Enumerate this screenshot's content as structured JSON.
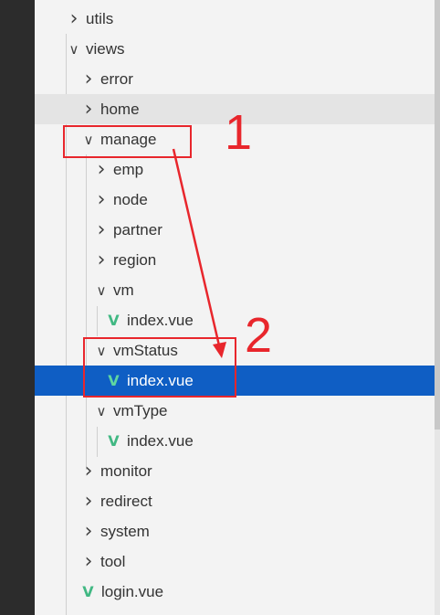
{
  "explorer": {
    "items": [
      {
        "label": "utils",
        "kind": "folder",
        "expanded": false
      },
      {
        "label": "views",
        "kind": "folder",
        "expanded": true
      },
      {
        "label": "error",
        "kind": "folder",
        "expanded": false
      },
      {
        "label": "home",
        "kind": "folder",
        "expanded": false
      },
      {
        "label": "manage",
        "kind": "folder",
        "expanded": true
      },
      {
        "label": "emp",
        "kind": "folder",
        "expanded": false
      },
      {
        "label": "node",
        "kind": "folder",
        "expanded": false
      },
      {
        "label": "partner",
        "kind": "folder",
        "expanded": false
      },
      {
        "label": "region",
        "kind": "folder",
        "expanded": false
      },
      {
        "label": "vm",
        "kind": "folder",
        "expanded": true
      },
      {
        "label": "index.vue",
        "kind": "file"
      },
      {
        "label": "vmStatus",
        "kind": "folder",
        "expanded": true
      },
      {
        "label": "index.vue",
        "kind": "file",
        "selected": true
      },
      {
        "label": "vmType",
        "kind": "folder",
        "expanded": true
      },
      {
        "label": "index.vue",
        "kind": "file"
      },
      {
        "label": "monitor",
        "kind": "folder",
        "expanded": false
      },
      {
        "label": "redirect",
        "kind": "folder",
        "expanded": false
      },
      {
        "label": "system",
        "kind": "folder",
        "expanded": false
      },
      {
        "label": "tool",
        "kind": "folder",
        "expanded": false
      },
      {
        "label": "login.vue",
        "kind": "file"
      }
    ]
  },
  "icons": {
    "collapsed": "chevron-right-icon",
    "expanded": "chevron-down-icon",
    "file": "vue-file-icon"
  },
  "annotations": {
    "step1": "1",
    "step2": "2"
  },
  "colors": {
    "annotation": "#e8262c",
    "selection": "#0f5ec4",
    "vue": "#41b883",
    "activity_bar": "#2c2c2c"
  }
}
